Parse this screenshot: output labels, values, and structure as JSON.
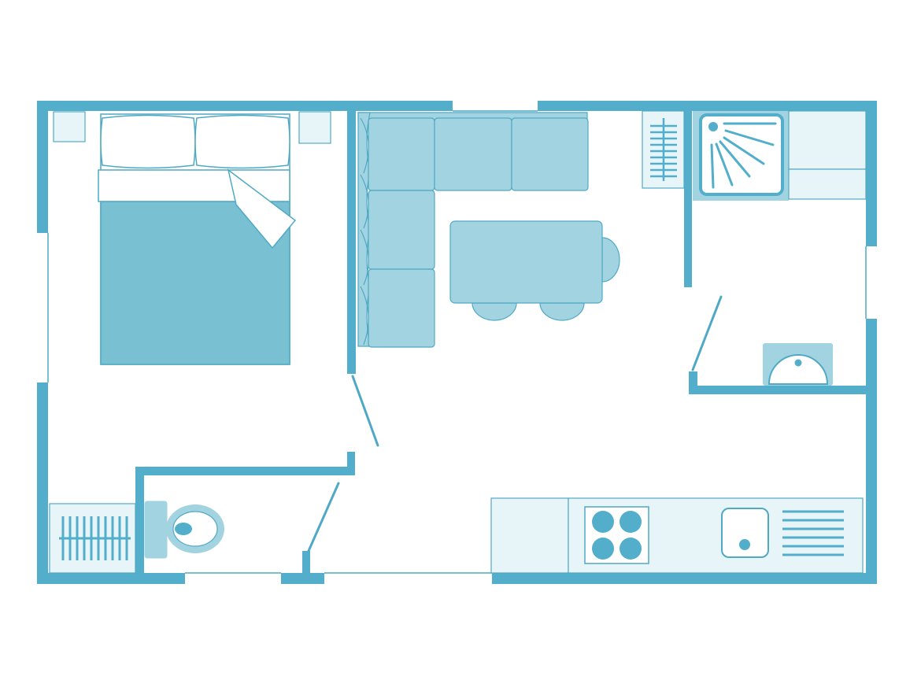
{
  "floorplan": {
    "colors": {
      "wall": "#52AECA",
      "line": "#4FA9C5",
      "fill_dark": "#7AC0D3",
      "fill_mid": "#A2D3E1",
      "fill_light": "#E7F4F8",
      "background": "#FFFFFF"
    },
    "rooms": [
      "bedroom",
      "living-dining",
      "shower-room",
      "toilet",
      "kitchen"
    ],
    "furniture": {
      "bed": "double-bed",
      "nightstands": 2,
      "sofa": "corner-sofa",
      "dining_table": "rectangular-table",
      "stools": 3,
      "toilet": "wc",
      "shower": "shower-tray",
      "washbasin": "round-basin",
      "cooktop_burners": 4,
      "sink": "single-sink",
      "radiators": 2
    },
    "icons": [
      "bed-icon",
      "sofa-icon",
      "table-icon",
      "toilet-icon",
      "shower-icon",
      "sink-icon",
      "cooktop-icon",
      "radiator-icon",
      "door-icon"
    ]
  }
}
